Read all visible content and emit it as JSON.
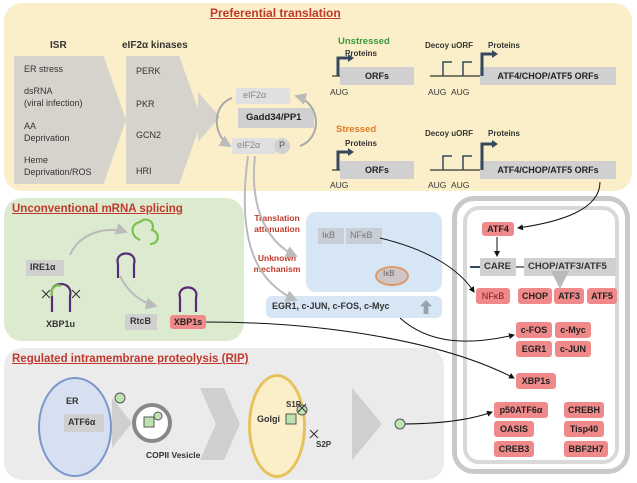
{
  "preferential": {
    "title": "Preferential translation",
    "isr_header": "ISR",
    "kinases_header": "eIF2α kinases",
    "isr_items": [
      "ER stress",
      "dsRNA",
      "(viral infection)",
      "AA",
      "Deprivation",
      "Heme",
      "Deprivation/ROS"
    ],
    "kinases": [
      "PERK",
      "PKR",
      "GCN2",
      "HRI"
    ],
    "eif2a_top": "eIF2α",
    "gadd": "Gadd34/PP1",
    "eif2a_bottom": "eIF2α",
    "p_label": "P",
    "unstressed": "Unstressed",
    "stressed": "Stressed",
    "proteins": "Proteins",
    "decoy_uorf": "Decoy uORF",
    "orfs": "ORFs",
    "atf_orfs": "ATF4/CHOP/ATF5 ORFs",
    "aug": "AUG"
  },
  "middle": {
    "translation_attenuation": "Translation attenuation",
    "unknown_mechanism": "Unknown mechanism",
    "ikb": "IκB",
    "nfkb": "NFκB",
    "ikb_small": "IκB",
    "egr": "EGR1, c-JUN, c-FOS, c-Myc"
  },
  "splicing": {
    "title": "Unconventional mRNA splicing",
    "ire1a": "IRE1α",
    "xbp1u": "XBP1u",
    "rtcb": "RtcB",
    "xbp1s": "XBP1s"
  },
  "rip": {
    "title": "Regulated intramembrane proteolysis (RIP)",
    "er": "ER",
    "atf6a": "ATF6α",
    "copii": "COPII Vesicle",
    "golgi": "Golgi",
    "s1p": "S1P",
    "s2p": "S2P"
  },
  "nucleus": {
    "atf4": "ATF4",
    "care": "CARE",
    "chop_atf": "CHOP/ATF3/ATF5",
    "nfkb": "NFκB",
    "chop": "CHOP",
    "atf3": "ATF3",
    "atf5": "ATF5",
    "cfos": "c-FOS",
    "cmyc": "c-Myc",
    "egr1": "EGR1",
    "cjun": "c-JUN",
    "xbp1s": "XBP1s",
    "p50": "p50ATF6α",
    "crebh": "CREBH",
    "oasis": "OASIS",
    "tisp40": "Tisp40",
    "creb3": "CREB3",
    "bbf2h7": "BBF2H7"
  },
  "colors": {
    "top_panel": "#fbefc9",
    "splice_panel": "#dcebd0",
    "rip_panel": "#ebebeb",
    "red_title": "#c0392b",
    "red_box": "#f08a8a",
    "unstressed_green": "#3a9a3a",
    "stressed_orange": "#e07b24",
    "arrow_navy": "#34495e"
  }
}
